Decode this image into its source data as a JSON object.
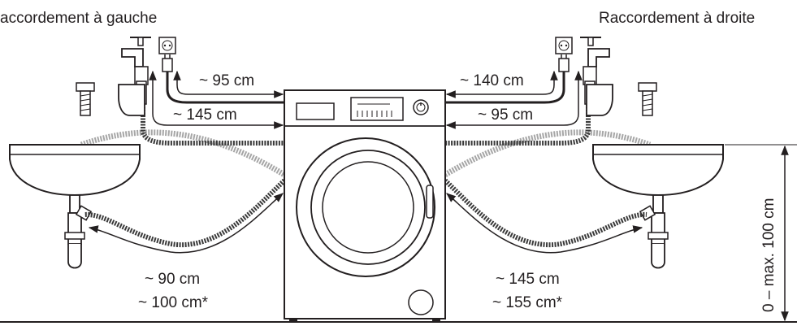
{
  "titles": {
    "left": "accordement à gauche",
    "right": "Raccordement à droite"
  },
  "left_connection": {
    "supply_hose_upper": "~ 95 cm",
    "supply_hose_lower": "~ 145 cm",
    "drain_hose": "~ 90 cm",
    "drain_hose_alt": "~ 100 cm*"
  },
  "right_connection": {
    "supply_hose_upper": "~ 140 cm",
    "supply_hose_lower": "~ 95 cm",
    "drain_hose": "~ 145 cm",
    "drain_hose_alt": "~ 155 cm*"
  },
  "height_dimension": "0 – max. 100 cm",
  "colors": {
    "line": "#231f20",
    "hose_dark": "#3a3a3a",
    "hose_grey": "#a6a6a6",
    "fill": "#ffffff"
  },
  "icons": [
    "water-tap-icon",
    "power-socket-icon",
    "power-plug-icon",
    "hose-fitting-icon",
    "sink-icon",
    "washing-machine-icon"
  ]
}
